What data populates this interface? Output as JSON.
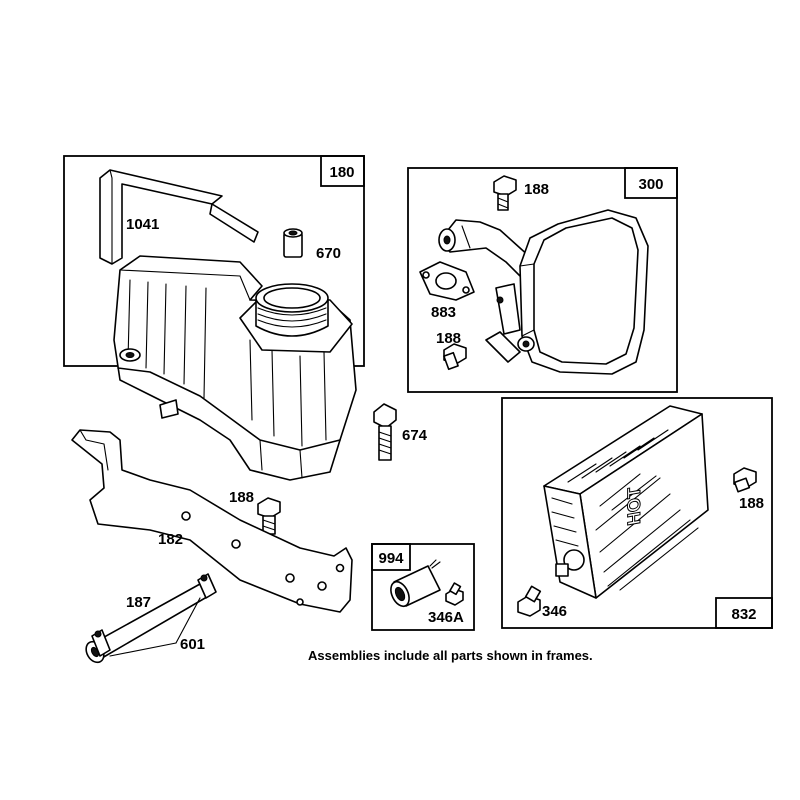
{
  "frames": {
    "f180": "180",
    "f300": "300",
    "f832": "832",
    "f994": "994"
  },
  "parts": {
    "p1041": "1041",
    "p670": "670",
    "p674": "674",
    "p188_tank": "188",
    "p182": "182",
    "p187": "187",
    "p601": "601",
    "p188_muffler_top": "188",
    "p883": "883",
    "p188_muffler_bottom": "188",
    "p188_guard": "188",
    "p346": "346",
    "p346A": "346A"
  },
  "guard_text": "HOT",
  "note": "Assemblies include all parts shown in frames."
}
